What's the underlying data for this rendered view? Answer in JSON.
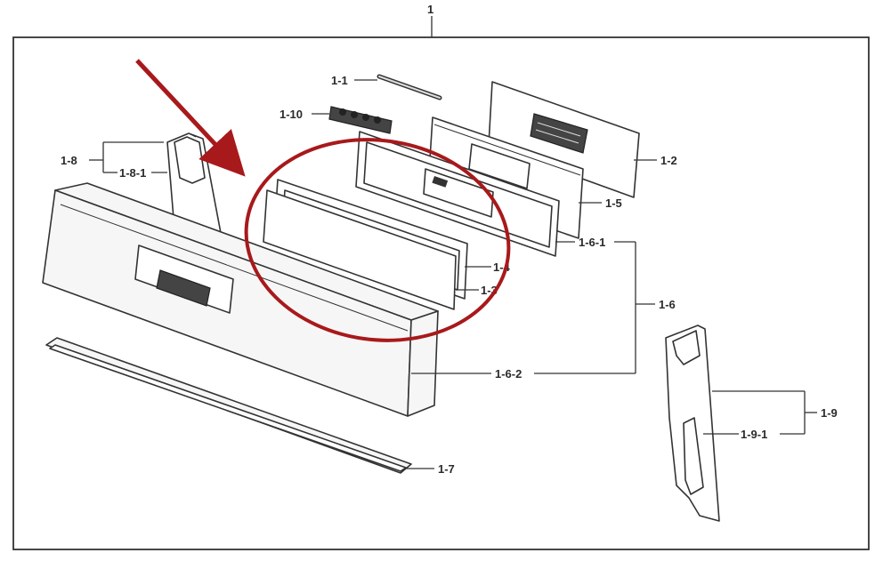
{
  "diagram": {
    "colors": {
      "highlight": "#a8191b",
      "line": "#333333",
      "background": "#ffffff"
    },
    "labels": {
      "top": "1",
      "p1_1": "1-1",
      "p1_10": "1-10",
      "p1_2": "1-2",
      "p1_5": "1-5",
      "p1_6_1": "1-6-1",
      "p1_6": "1-6",
      "p1_4": "1-4",
      "p1_3": "1-3",
      "p1_8": "1-8",
      "p1_8_1": "1-8-1",
      "p1_6_2": "1-6-2",
      "p1_7": "1-7",
      "p1_9": "1-9",
      "p1_9_1": "1-9-1"
    }
  }
}
